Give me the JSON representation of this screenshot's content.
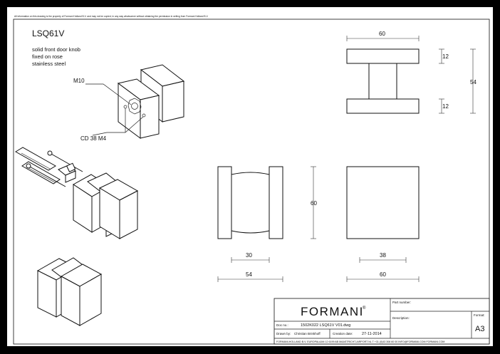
{
  "notice": "All information on this drawing is the property of Formani Holland B.V. and may not be copied, in any way whatsoever without obtaining the permission in writing from Formani Holland B.V.",
  "product": {
    "code": "LSQ61V",
    "description": [
      "solid front door knob",
      "fixed on rose",
      "stainless steel"
    ]
  },
  "callouts": {
    "thread": "M10",
    "screws": "CD 38  M4"
  },
  "dimensions": {
    "top_width": "60",
    "top_height": "54",
    "top_rose_upper": "12",
    "top_rose_lower": "12",
    "side_height": "60",
    "side_knob_depth": "30",
    "side_total_depth": "54",
    "front_knob_width": "38",
    "front_rose_width": "60"
  },
  "title_block": {
    "brand": "FORMANI",
    "brand_mark": "®",
    "part_number_label": "Part number:",
    "description_label": "Description:",
    "format_label": "Format:",
    "format_value": "A3",
    "doc_no_label": "Doc no.:",
    "doc_no_value": "1502K022 LSQ61V V01.dwg",
    "drawn_by_label": "Drawn by:",
    "drawn_by_value": "Christian Brinkhoff",
    "creation_date_label": "Creation date:",
    "creation_date_value": "27-11-2014",
    "footer": "FORMANI-HOLLAND B.V.  EUROPALAAN 12  6199 AB MAASTRICHT-AIRPORT NL  T +31 (0)43 308 60 00 INFO@FORMANI.COM  FORMANI.COM"
  }
}
